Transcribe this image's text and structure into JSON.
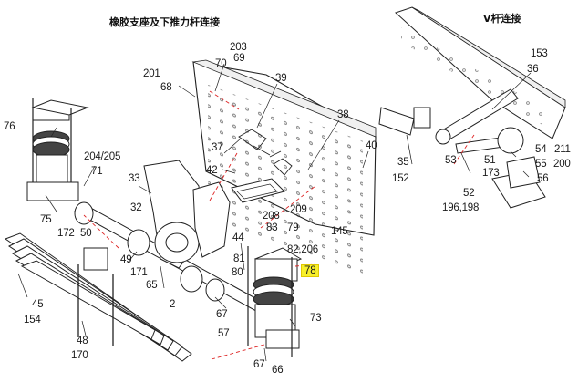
{
  "titles": {
    "left": "橡胶支座及下推力杆连接",
    "right": "V杆连接"
  },
  "highlight": {
    "label": "78",
    "color": "#f7f02a"
  },
  "labels": {
    "l_203": "203",
    "l_69": "69",
    "l_70": "70",
    "l_201": "201",
    "l_68": "68",
    "l_39": "39",
    "l_38": "38",
    "l_37": "37",
    "l_40": "40",
    "l_76": "76",
    "l_204": "204/205",
    "l_71": "71",
    "l_33": "33",
    "l_42": "42",
    "l_32": "32",
    "l_44": "44",
    "l_208": "208",
    "l_83": "83",
    "l_79": "79",
    "l_209": "209",
    "l_145": "145",
    "l_75": "75",
    "l_172": "172",
    "l_50": "50",
    "l_49": "49",
    "l_171": "171",
    "l_65": "65",
    "l_82": "82,206",
    "l_81": "81",
    "l_80": "80",
    "l_2": "2",
    "l_67a": "67",
    "l_45": "45",
    "l_154": "154",
    "l_57": "57",
    "l_73": "73",
    "l_48": "48",
    "l_170": "170",
    "l_67b": "67",
    "l_66": "66",
    "l_153": "153",
    "l_36": "36",
    "l_35": "35",
    "l_152": "152",
    "l_53": "53",
    "l_51": "51",
    "l_173": "173",
    "l_54": "54",
    "l_211": "211",
    "l_55": "55",
    "l_200": "200",
    "l_56": "56",
    "l_52": "52",
    "l_196": "196,198"
  }
}
